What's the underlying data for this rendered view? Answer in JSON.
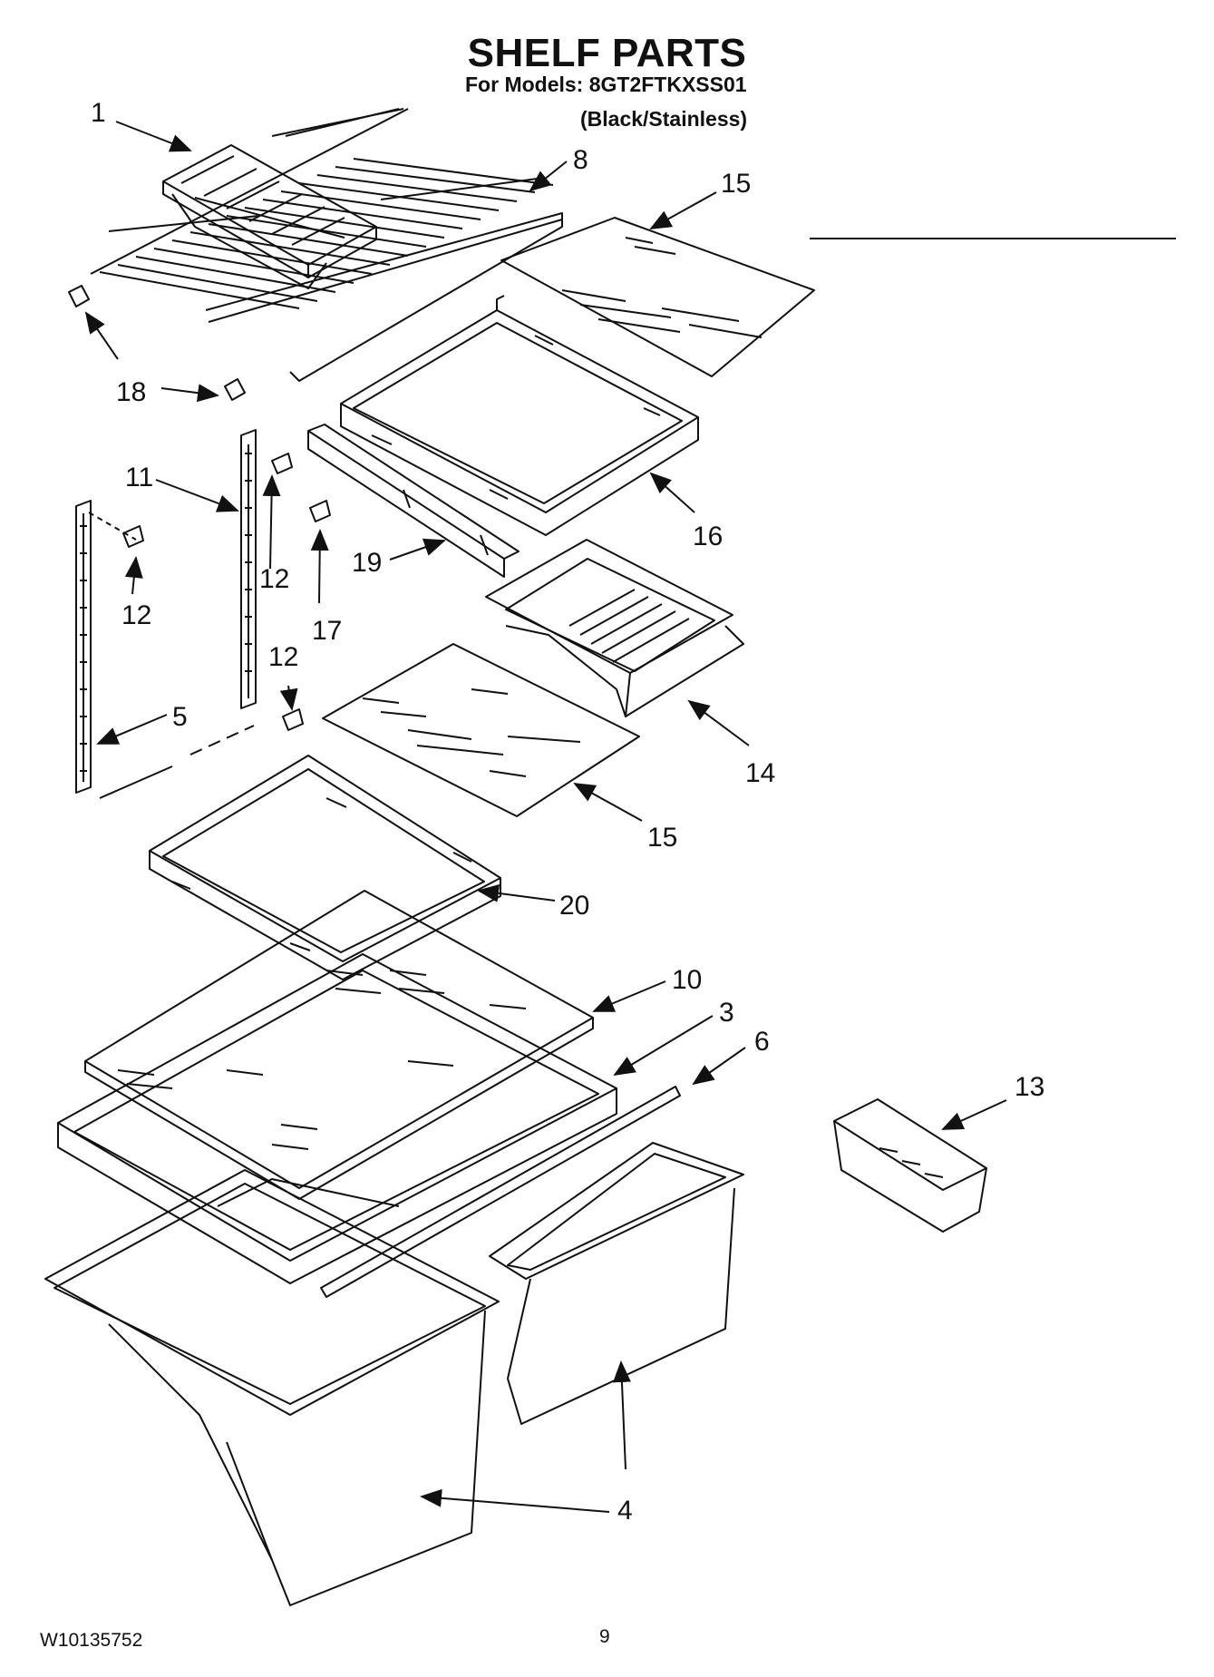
{
  "header": {
    "title": "SHELF PARTS",
    "models_line": "For Models: 8GT2FTKXSS01",
    "finish_line": "(Black/Stainless)"
  },
  "callouts": [
    "1",
    "8",
    "15",
    "18",
    "11",
    "12",
    "12",
    "17",
    "19",
    "16",
    "14",
    "12",
    "5",
    "15",
    "20",
    "10",
    "3",
    "6",
    "13",
    "4"
  ],
  "footer": {
    "doc_number": "W10135752",
    "page_number": "9"
  },
  "colors": {
    "ink": "#111111",
    "background": "#ffffff"
  }
}
